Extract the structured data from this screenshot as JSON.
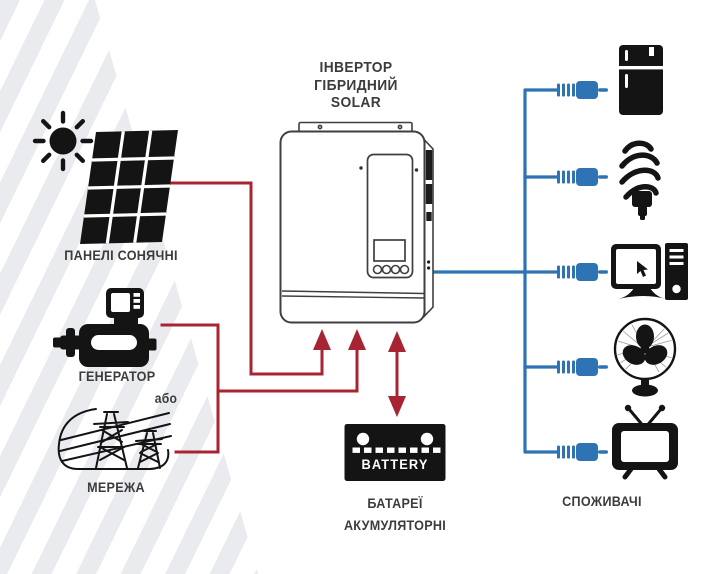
{
  "colors": {
    "source_line": "#a82433",
    "load_line": "#2e73b4",
    "icon_black": "#141414",
    "text": "#3c3c3c",
    "stripe": "#e9ebee"
  },
  "title": {
    "lines": [
      "ІНВЕРТОР",
      "ГІБРИДНИЙ",
      "SOLAR"
    ]
  },
  "sources": [
    {
      "label": "ПАНЕЛІ СОНЯЧНІ",
      "icons": [
        "sun-icon",
        "solar-panel-icon"
      ]
    },
    {
      "label": "ГЕНЕРАТОР",
      "icons": [
        "generator-icon"
      ]
    },
    {
      "label": "МЕРЕЖА",
      "icons": [
        "power-grid-icon"
      ]
    }
  ],
  "or_label": "або",
  "battery": {
    "device_text": "BATTERY",
    "label_lines": [
      "БАТАРЕЇ",
      "АКУМУЛЯТОРНІ"
    ]
  },
  "loads": {
    "label": "СПОЖИВАЧІ",
    "icons": [
      "refrigerator-icon",
      "cfl-bulb-icon",
      "computer-icon",
      "fan-icon",
      "tv-icon"
    ]
  }
}
